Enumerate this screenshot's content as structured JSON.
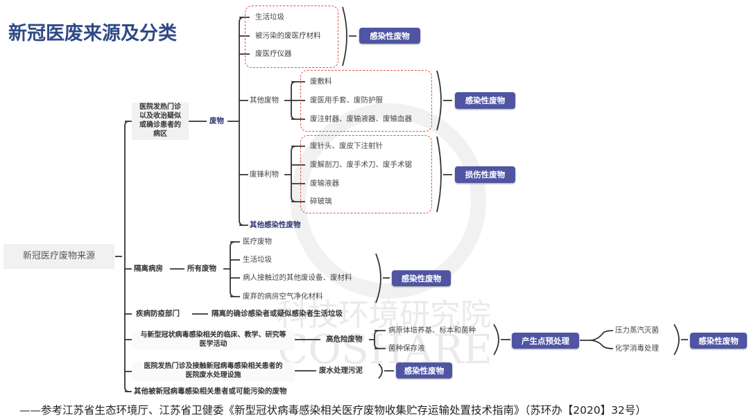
{
  "title": "新冠医废来源及分类",
  "watermark": {
    "cn": "科技环境研究院",
    "en": "COSHARE"
  },
  "root": "新冠医疗废物来源",
  "sources": {
    "s1": [
      "医院发热门诊",
      "以及收治疑似",
      "或确诊患者的",
      "病区"
    ],
    "s2": "隔离病房",
    "s3": "疾病防疫部门",
    "s4": [
      "与新型冠状病毒感染相关的临床、教学、研究等",
      "医学活动"
    ],
    "s5": [
      "医院发热门诊及接触新冠病毒感染相关患者的",
      "医院废水处理设施"
    ],
    "s6": "其他被新冠病毒感染相关患者或可能污染的废物"
  },
  "s1_branch": {
    "waste": "废物",
    "group_a": [
      "生活垃圾",
      "被污染的废医疗材料",
      "废医疗仪器"
    ],
    "other_waste": "其他废物",
    "group_b": [
      "废敷料",
      "废医用手套、废防护服",
      "废注射器、废输液器、废输血器"
    ],
    "sharps": "废锋利物",
    "group_c": [
      "废针头、废皮下注射针",
      "废解剖刀、废手术刀、废手术锯",
      "废输液器",
      "碎玻璃"
    ],
    "other_infectious": "其他感染性废物"
  },
  "s2_branch": {
    "all": "所有废物",
    "items": [
      "医疗废物",
      "生活垃圾",
      "病人接触过的其他废设备、废材料",
      "废弃的病房空气净化材料"
    ]
  },
  "s3_branch": "隔离的确诊感染者或疑似感染者生活垃圾",
  "s4_branch": {
    "high": "高危险废物",
    "items": [
      "病原体培养基、标本和菌种",
      "菌种保存液"
    ],
    "pre": "产生点预处理",
    "methods": [
      "压力蒸汽灭菌",
      "化学消毒处理"
    ]
  },
  "s5_branch": "废水处理污泥",
  "badges": {
    "infectious": "感染性废物",
    "injurious": "损伤性废物"
  },
  "footer": "——参考江苏省生态环境厅、江苏省卫健委《新型冠状病毒感染相关医疗废物收集贮存运输处置技术指南》（苏环办【2020】32号）"
}
